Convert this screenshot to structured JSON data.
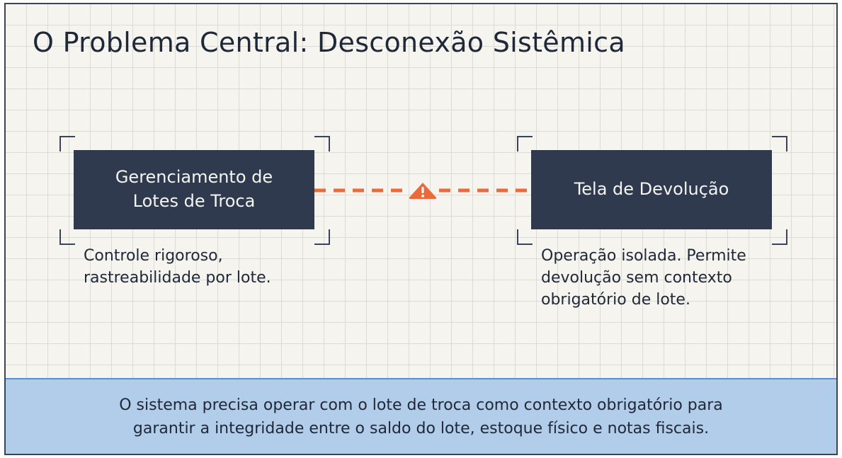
{
  "title": "O Problema Central: Desconexão Sistêmica",
  "left_node": {
    "label": "Gerenciamento de\nLotes de Troca",
    "description": "Controle rigoroso,\nrastreabilidade por lote."
  },
  "right_node": {
    "label": "Tela de Devolução",
    "description": "Operação isolada. Permite\ndevolução sem contexto\nobrigatório de lote."
  },
  "connector": {
    "style": "dashed",
    "icon": "warning-triangle-icon",
    "color": "#ea6a3b"
  },
  "banner": {
    "text": "O sistema precisa operar com o lote de troca como contexto obrigatório para\ngarantir a integridade entre o saldo do lote, estoque físico e notas fiscais."
  },
  "colors": {
    "node_fill": "#2f3a4f",
    "banner_fill": "#b2cde9",
    "banner_border": "#5b8fca",
    "accent": "#ea6a3b"
  }
}
